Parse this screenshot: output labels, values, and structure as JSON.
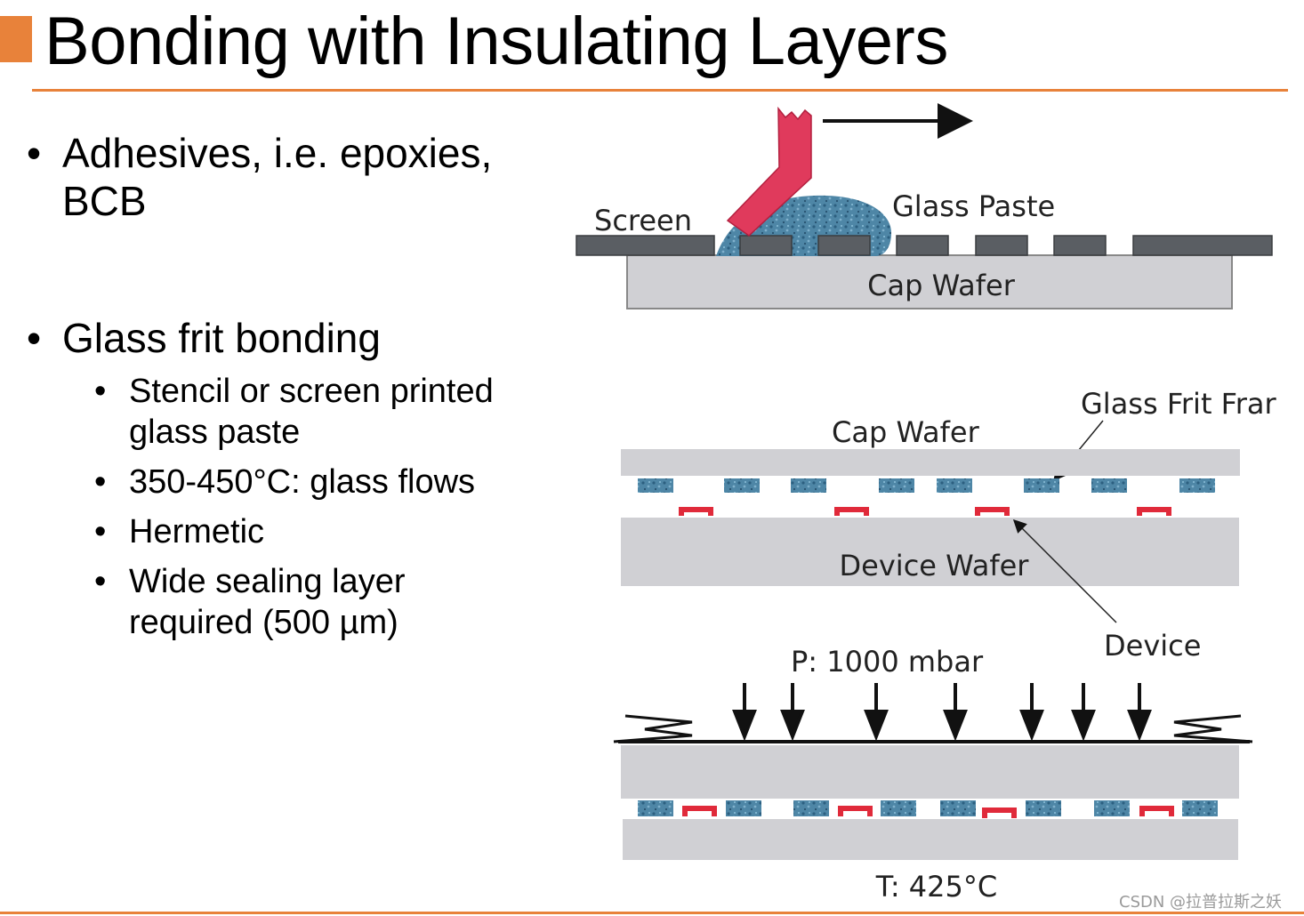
{
  "slide": {
    "title": "Bonding with Insulating Layers",
    "accent_color": "#e8823a"
  },
  "bullets": [
    {
      "text": "Adhesives, i.e. epoxies, BCB",
      "lines": [
        "Adhesives, i.e. epoxies,",
        "BCB"
      ],
      "sub": []
    },
    {
      "text": "Glass frit bonding",
      "lines": [
        "Glass frit bonding"
      ],
      "sub": [
        {
          "lines": [
            "Stencil or screen printed",
            "glass paste"
          ]
        },
        {
          "lines": [
            "350-450°C: glass flows"
          ]
        },
        {
          "lines": [
            "Hermetic"
          ]
        },
        {
          "lines": [
            "Wide sealing layer",
            "required (500 µm)"
          ]
        }
      ]
    }
  ],
  "diagram": {
    "screen_label": "Screen",
    "glass_paste_label": "Glass Paste",
    "cap_wafer_top_label": "Cap Wafer",
    "cap_wafer_mid_label": "Cap Wafer",
    "glass_frit_label": "Glass Frit Frar",
    "device_wafer_label": "Device Wafer",
    "device_label": "Device",
    "pressure_label": "P: 1000 mbar",
    "temperature_label": "T: 425°C",
    "colors": {
      "wafer": "#d0d0d4",
      "screen": "#5a5e63",
      "paste": "#4e86a6",
      "squeegee": "#e03a5c",
      "device": "#e02a3a"
    }
  },
  "watermark": "CSDN @拉普拉斯之妖"
}
